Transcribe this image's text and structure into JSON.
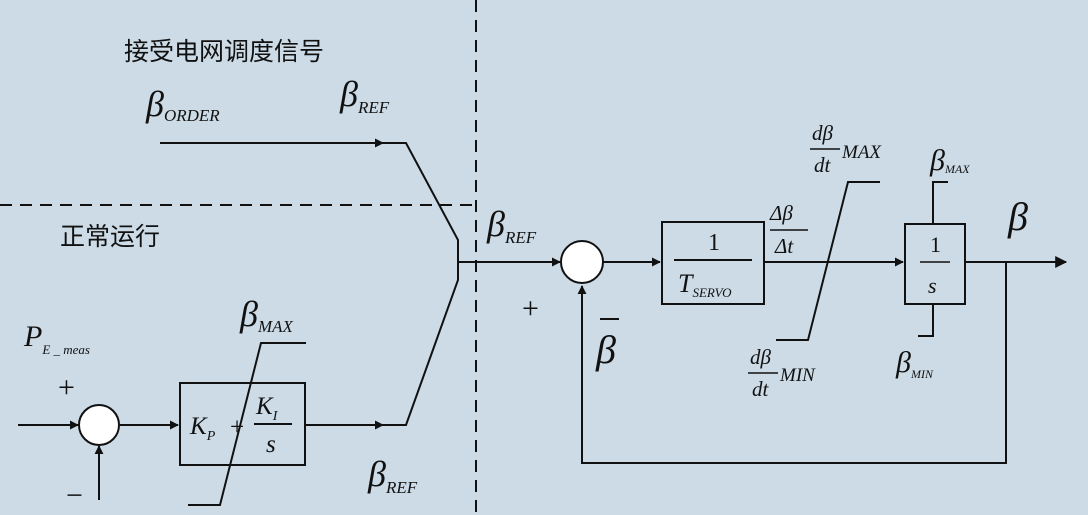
{
  "texts": {
    "grid_dispatch": "接受电网调度信号",
    "normal_operation": "正常运行",
    "beta": "β",
    "order": "ORDER",
    "ref": "REF",
    "max": "MAX",
    "min": "MIN",
    "max_small": "MAX",
    "min_small": "MIN",
    "p": "P",
    "e_meas": "E _ meas",
    "plus": "+",
    "minus": "−",
    "plus2": "+",
    "minus2": "−",
    "kp_k": "K",
    "kp_sub": "P",
    "kp_plus": "+",
    "ki_k": "K",
    "ki_sub": "I",
    "ki_s": "s",
    "one": "1",
    "t": "T",
    "servo": "SERVO",
    "delta_beta": "Δβ",
    "delta_t": "Δt",
    "d_beta": "dβ",
    "dt": "dt",
    "dt2": "dt",
    "d_beta2": "dβ",
    "max_word": "MAX",
    "min_word": "MIN",
    "int_one": "1",
    "int_s": "s",
    "beta_out": "β",
    "beta_bar": "β"
  },
  "colors": {
    "background": "#ccdbe6",
    "ink": "#111111"
  }
}
